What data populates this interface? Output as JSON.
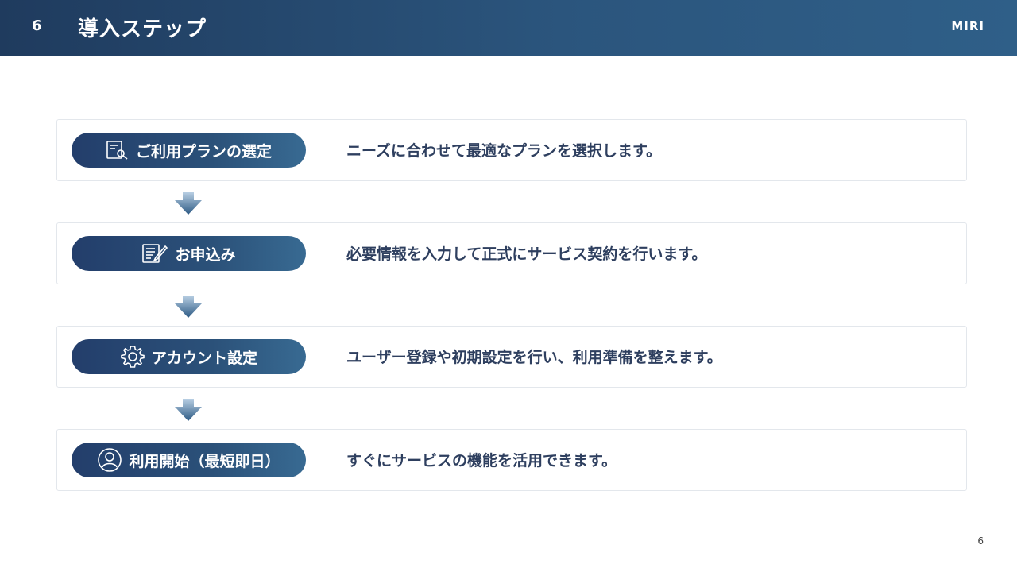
{
  "header": {
    "slide_number": "6",
    "title": "導入ステップ",
    "brand": "MIRI"
  },
  "steps": [
    {
      "label": "ご利用プランの選定",
      "description": "ニーズに合わせて最適なプランを選択します。",
      "icon": "search-document-icon"
    },
    {
      "label": "お申込み",
      "description": "必要情報を入力して正式にサービス契約を行います。",
      "icon": "edit-document-icon"
    },
    {
      "label": "アカウント設定",
      "description": "ユーザー登録や初期設定を行い、利用準備を整えます。",
      "icon": "gear-icon"
    },
    {
      "label": "利用開始（最短即日）",
      "description": "すぐにサービスの機能を活用できます。",
      "icon": "user-icon"
    }
  ],
  "footer": {
    "page_number": "6"
  },
  "colors": {
    "header": "#24456c",
    "pill": "#2b5179",
    "text": "#2e3f5f"
  }
}
